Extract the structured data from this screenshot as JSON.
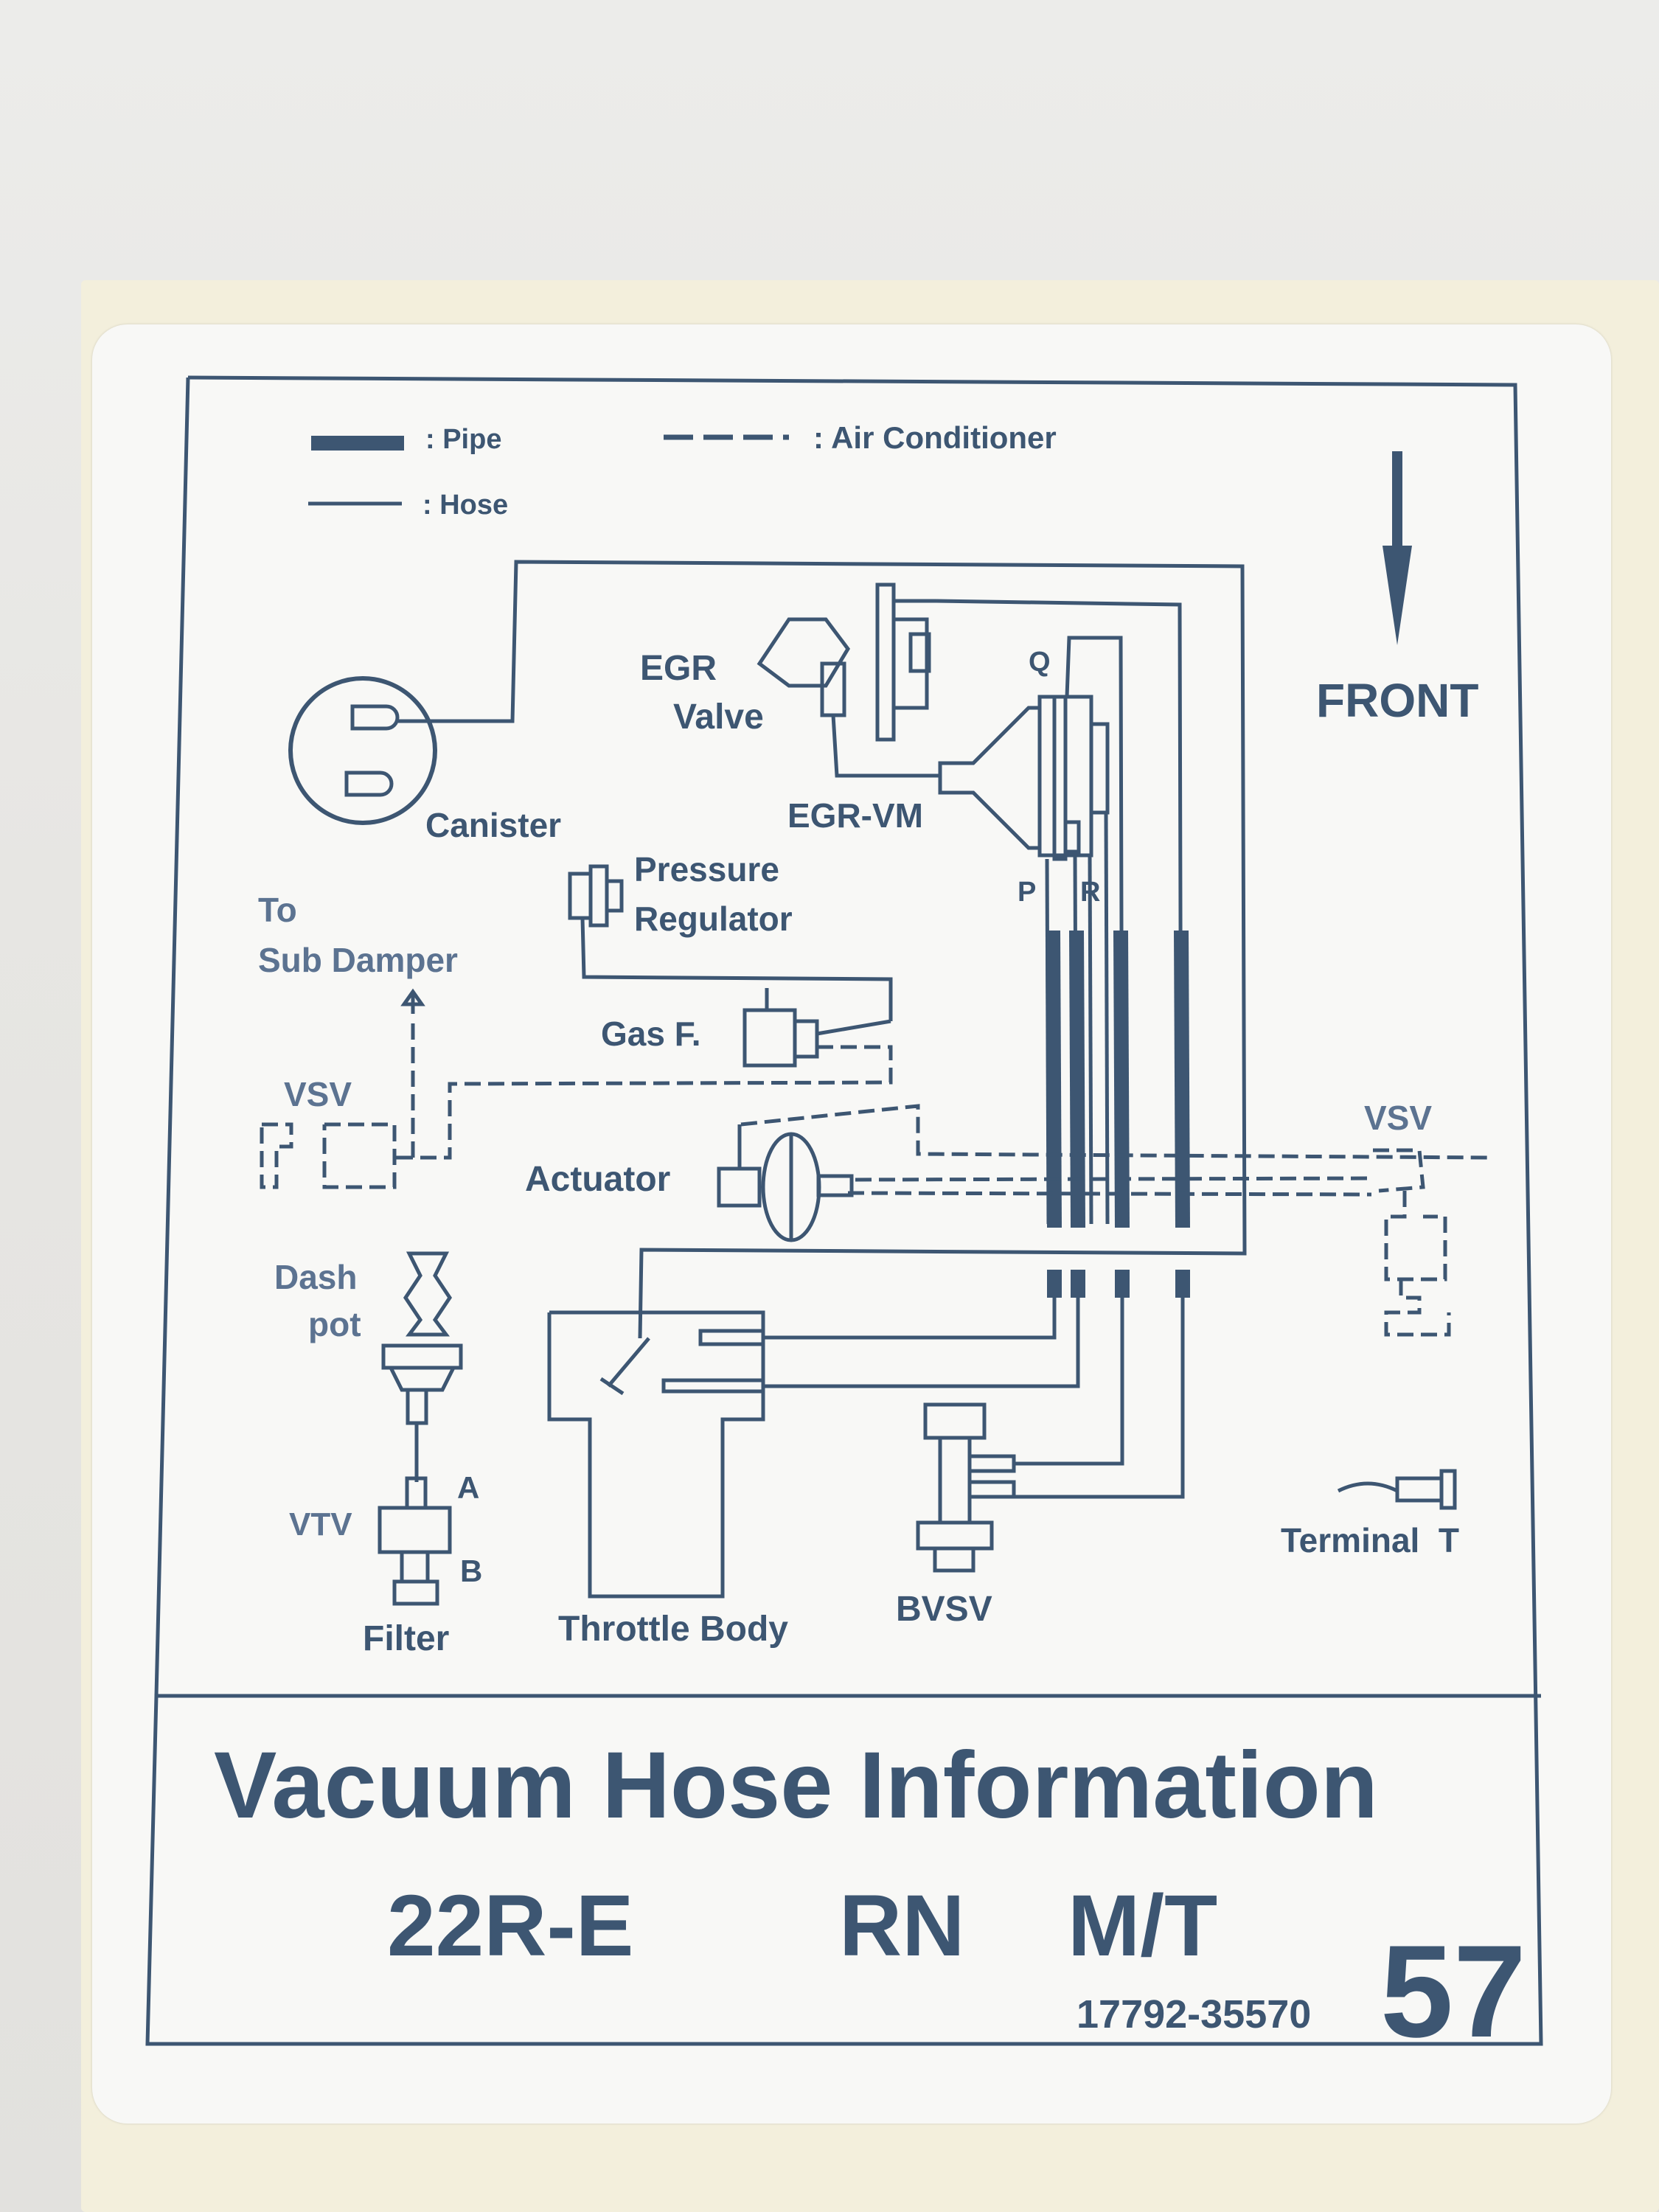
{
  "colors": {
    "ink": "#3d5672",
    "ink_light": "#5c7391"
  },
  "legend": {
    "pipe_label": ": Pipe",
    "hose_label": ": Hose",
    "ac_label": ": Air Conditioner"
  },
  "front_label": "FRONT",
  "components": {
    "canister": "Canister",
    "egr_valve_1": "EGR",
    "egr_valve_2": "Valve",
    "egr_vm": "EGR-VM",
    "port_q": "Q",
    "port_p": "P",
    "port_r": "R",
    "pressure_regulator_1": "Pressure",
    "pressure_regulator_2": "Regulator",
    "to_sub_damper_1": "To",
    "to_sub_damper_2": "Sub Damper",
    "gas_filter": "Gas F.",
    "vsv_left": "VSV",
    "vsv_right": "VSV",
    "actuator": "Actuator",
    "dash_pot_1": "Dash",
    "dash_pot_2": "pot",
    "vtv": "VTV",
    "port_a": "A",
    "port_b": "B",
    "filter": "Filter",
    "throttle_body": "Throttle Body",
    "bvsv": "BVSV",
    "terminal_t": "Terminal  T"
  },
  "footer": {
    "title": "Vacuum Hose Information",
    "engine": "22R-E",
    "model": "RN",
    "transmission": "M/T",
    "part_number": "17792-35570",
    "label_number": "57"
  }
}
